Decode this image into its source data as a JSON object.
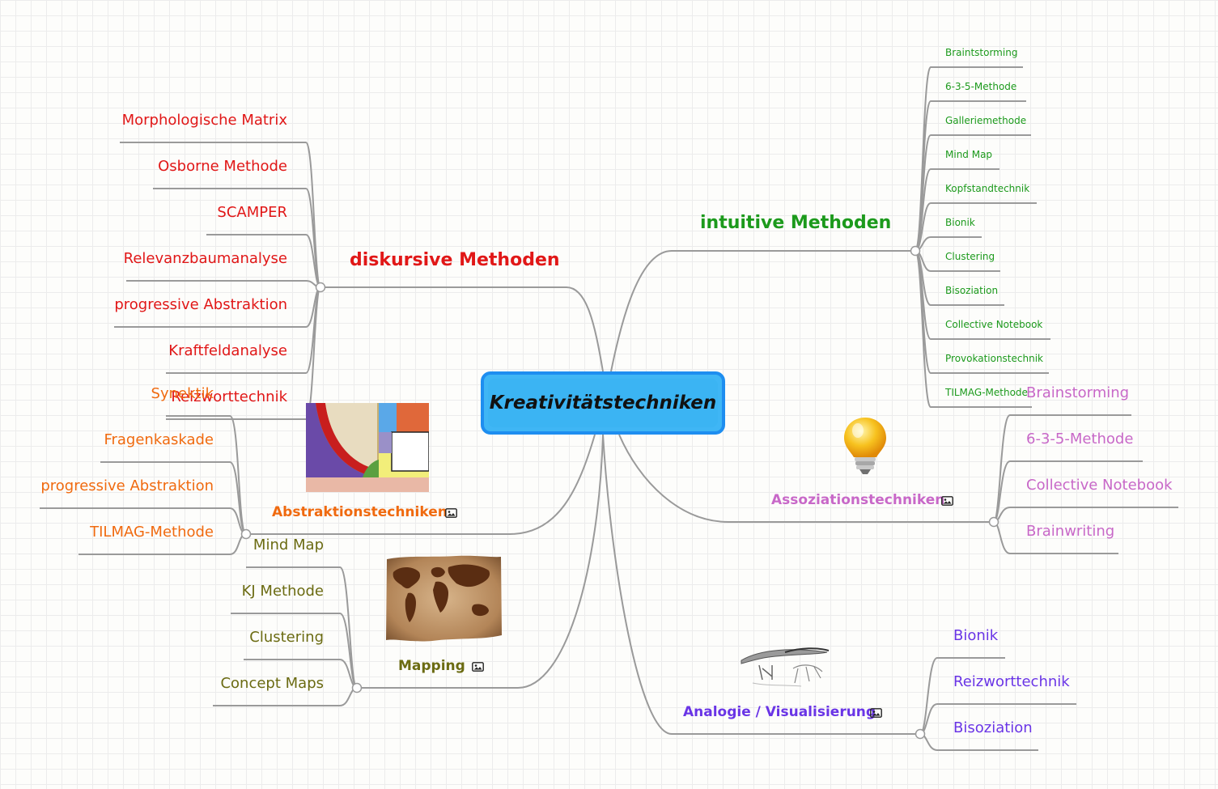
{
  "root": {
    "label": "Kreativitätstechniken"
  },
  "branches": {
    "diskursive": {
      "label": "diskursive Methoden",
      "color": "#e11717",
      "children": [
        "Morphologische Matrix",
        "Osborne Methode",
        "SCAMPER",
        "Relevanzbaumanalyse",
        "progressive Abstraktion",
        "Kraftfeldanalyse",
        "Reizworttechnik"
      ]
    },
    "intuitive": {
      "label": "intuitive Methoden",
      "color": "#1c9a1c",
      "children": [
        "Braintstorming",
        "6-3-5-Methode",
        "Galleriemethode",
        "Mind Map",
        "Kopfstandtechnik",
        "Bionik",
        "Clustering",
        "Bisoziation",
        "Collective Notebook",
        "Provokationstechnik",
        "TILMAG-Methode"
      ]
    },
    "abstraktion": {
      "label": "Abstraktionstechniken",
      "color": "#f06a0f",
      "children": [
        "Synektik",
        "Fragenkaskade",
        "progressive Abstraktion",
        "TILMAG-Methode"
      ]
    },
    "assoziation": {
      "label": "Assoziationstechniken",
      "color": "#c868c8",
      "children": [
        "Brainstorming",
        "6-3-5-Methode",
        "Collective Notebook",
        "Brainwriting"
      ]
    },
    "mapping": {
      "label": "Mapping",
      "color": "#6b6b12",
      "children": [
        "Mind Map",
        "KJ Methode",
        "Clustering",
        "Concept Maps"
      ]
    },
    "analogie": {
      "label": "Analogie / Visualisierung",
      "color": "#6a35e6",
      "children": [
        "Bionik",
        "Reizworttechnik",
        "Bisoziation"
      ]
    }
  },
  "icons": {
    "branch_image": "image-icon",
    "abstraktion_picture": "abstract-geometric-picture",
    "assoziation_picture": "light-bulb-icon",
    "mapping_picture": "world-map-picture",
    "analogie_picture": "bird-sketch-picture"
  }
}
